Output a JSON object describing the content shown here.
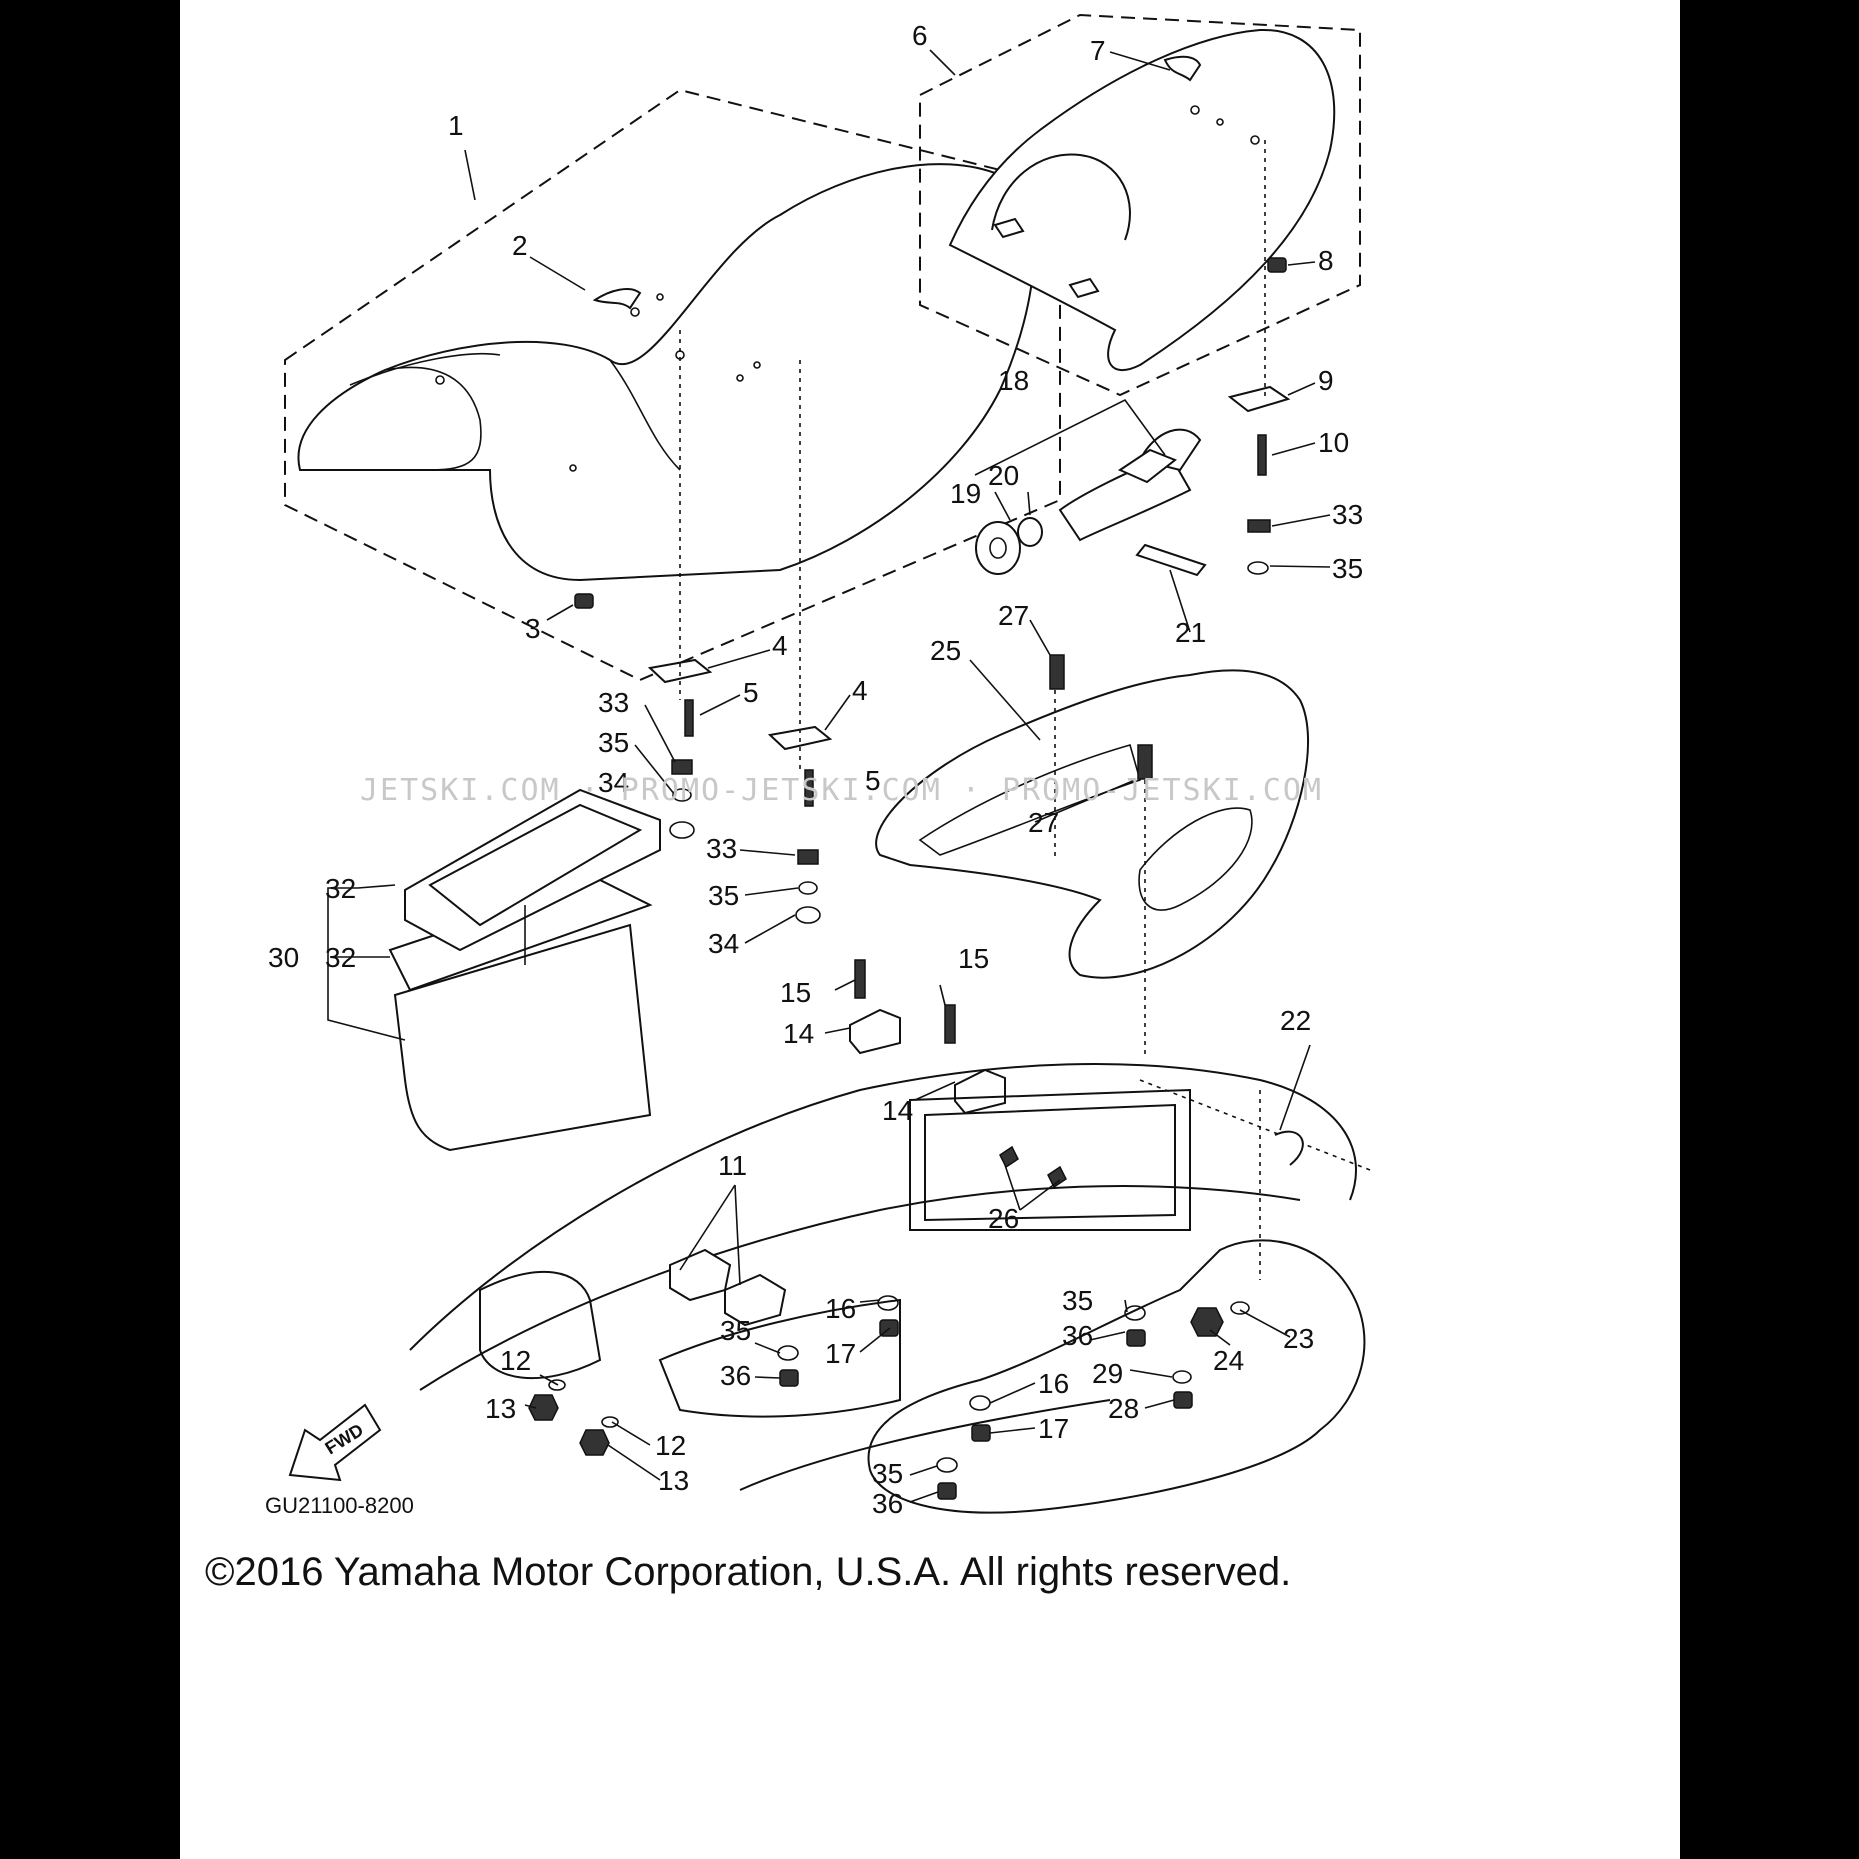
{
  "diagram": {
    "part_code": "GU21100-8200",
    "copyright": "©2016 Yamaha Motor Corporation, U.S.A. All rights reserved.",
    "watermark": "JETSKI.COM · PROMO-JETSKI.COM · PROMO-JETSKI.COM",
    "direction_label": "FWD",
    "callouts": {
      "c1": "1",
      "c2": "2",
      "c3": "3",
      "c4a": "4",
      "c4b": "4",
      "c5a": "5",
      "c5b": "5",
      "c6": "6",
      "c7": "7",
      "c8": "8",
      "c9": "9",
      "c10": "10",
      "c11": "11",
      "c12a": "12",
      "c12b": "12",
      "c13a": "13",
      "c13b": "13",
      "c14a": "14",
      "c14b": "14",
      "c15a": "15",
      "c15b": "15",
      "c16a": "16",
      "c16b": "16",
      "c17a": "17",
      "c17b": "17",
      "c18": "18",
      "c19": "19",
      "c20": "20",
      "c21": "21",
      "c22": "22",
      "c23": "23",
      "c24": "24",
      "c25": "25",
      "c26": "26",
      "c27a": "27",
      "c27b": "27",
      "c28": "28",
      "c29": "29",
      "c30": "30",
      "c32a": "32",
      "c32b": "32",
      "c33a": "33",
      "c33b": "33",
      "c33c": "33",
      "c34a": "34",
      "c34b": "34",
      "c35a": "35",
      "c35b": "35",
      "c35c": "35",
      "c35d": "35",
      "c35e": "35",
      "c35f": "35",
      "c36a": "36",
      "c36b": "36",
      "c36c": "36"
    }
  }
}
